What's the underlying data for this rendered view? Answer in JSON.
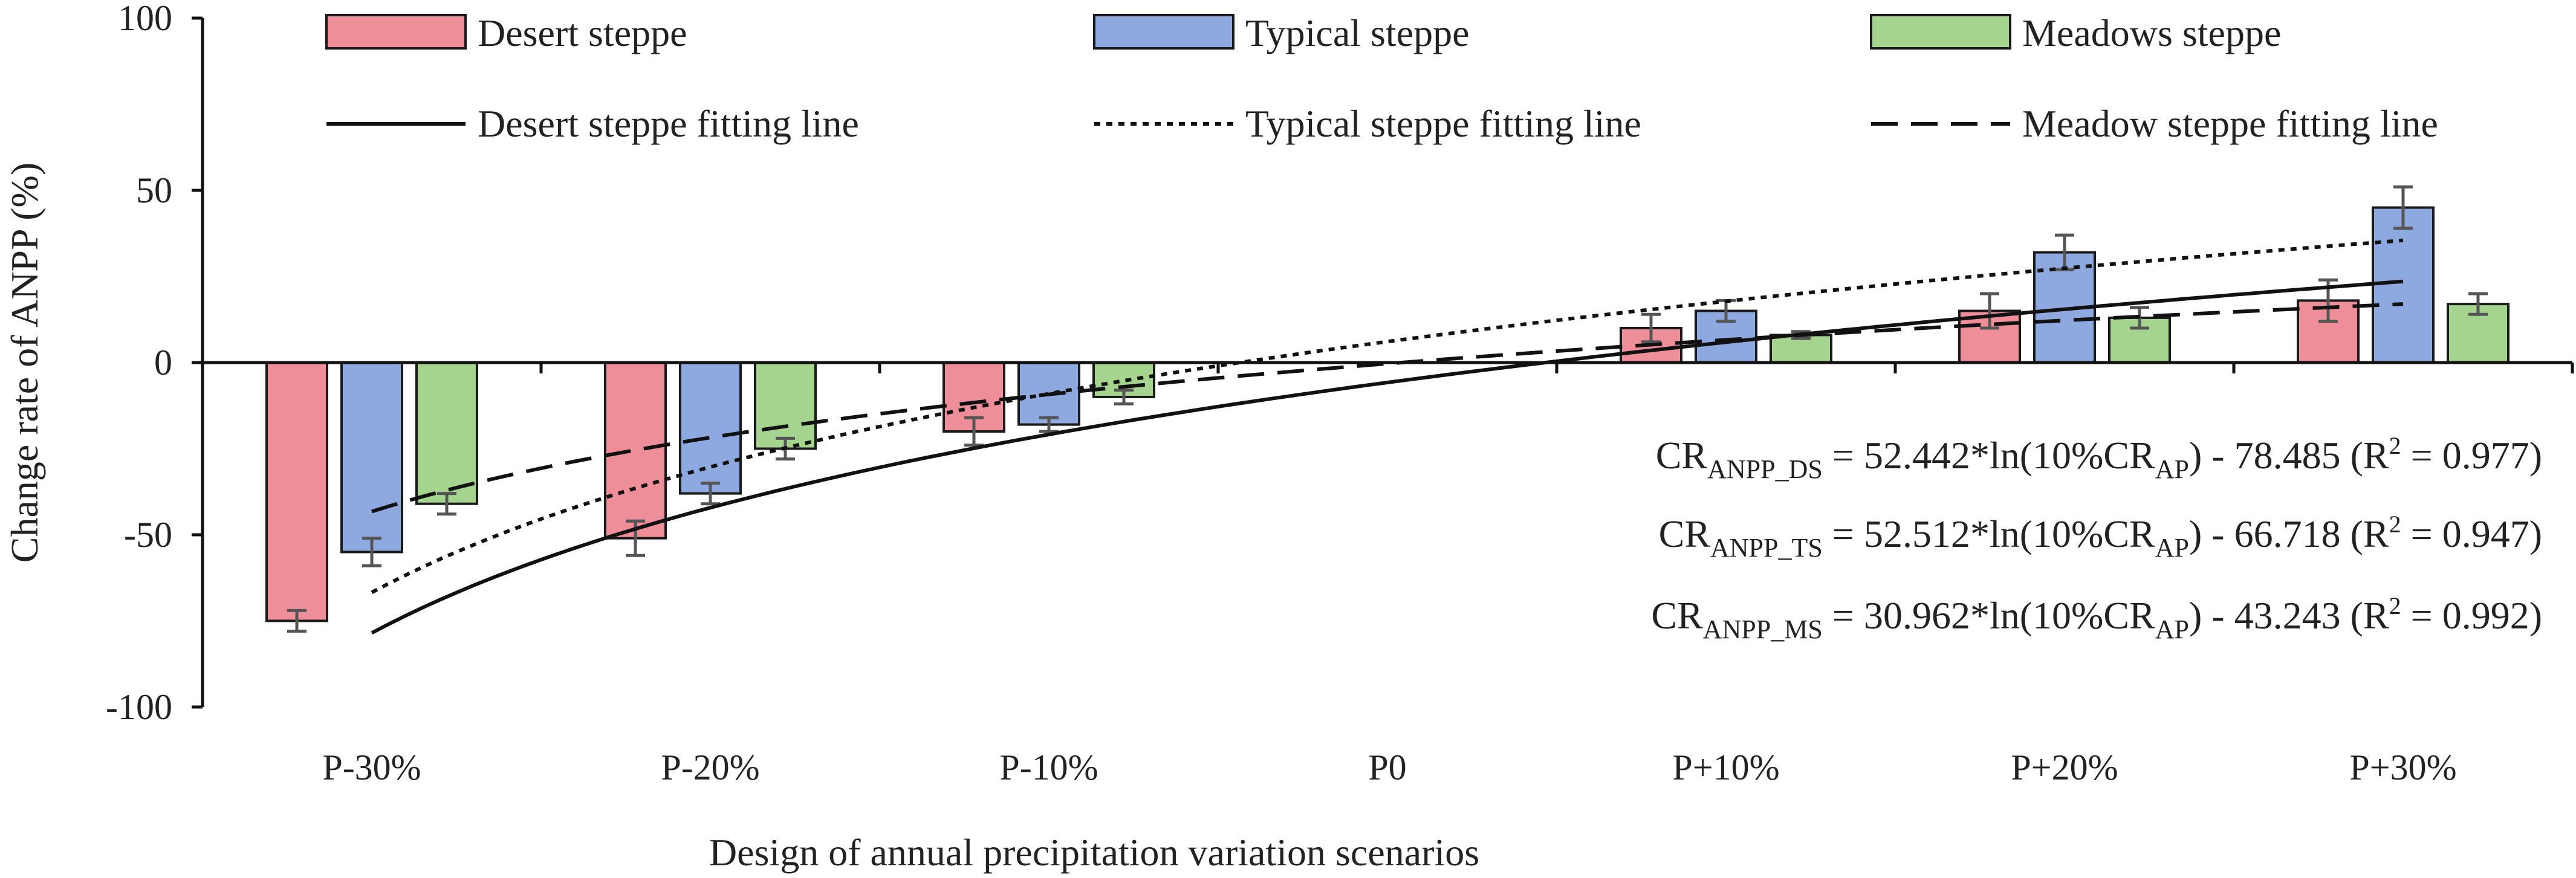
{
  "chart_data": {
    "type": "bar",
    "title": "",
    "xlabel": "Design of annual precipitation variation  scenarios",
    "ylabel": "Change rate of ANPP (%)",
    "ylim": [
      -100,
      100
    ],
    "yticks": [
      "-100",
      "-50",
      "0",
      "50",
      "100"
    ],
    "categories": [
      "P-30%",
      "P-20%",
      "P-10%",
      "P0",
      "P+10%",
      "P+20%",
      "P+30%"
    ],
    "legend_position": "top",
    "grid": false,
    "series": [
      {
        "name": "Desert steppe",
        "color": "#ee8e99",
        "values": [
          -75,
          -51,
          -20,
          0,
          10,
          15,
          18
        ],
        "errors": [
          3,
          5,
          4,
          0,
          4,
          5,
          6
        ]
      },
      {
        "name": "Typical steppe",
        "color": "#8ea8e0",
        "values": [
          -55,
          -38,
          -18,
          0,
          15,
          32,
          45
        ],
        "errors": [
          4,
          3,
          2,
          0,
          3,
          5,
          6
        ]
      },
      {
        "name": "Meadows steppe",
        "color": "#a5d48e",
        "values": [
          -41,
          -25,
          -10,
          0,
          8,
          13,
          17
        ],
        "errors": [
          3,
          3,
          2,
          0,
          1,
          3,
          3
        ]
      }
    ],
    "fitting_lines": [
      {
        "name": "Desert steppe fitting line",
        "style": "solid",
        "a": 52.442,
        "b": -78.485
      },
      {
        "name": "Typical steppe fitting line",
        "style": "dotted",
        "a": 52.512,
        "b": -66.718
      },
      {
        "name": "Meadow steppe fitting line",
        "style": "dashed",
        "a": 30.962,
        "b": -43.243
      }
    ],
    "equations": [
      {
        "cr": "CR",
        "sub": "ANPP_DS",
        "body": " = 52.442*ln(10%CR",
        "sub2": "AP",
        "tail": ")  - 78.485 (R",
        "sup": "2",
        "end": " = 0.977)"
      },
      {
        "cr": "CR",
        "sub": "ANPP_TS",
        "body": " = 52.512*ln(10%CR",
        "sub2": "AP",
        "tail": ")  - 66.718 (R",
        "sup": "2",
        "end": " = 0.947)"
      },
      {
        "cr": "CR",
        "sub": "ANPP_MS",
        "body": " = 30.962*ln(10%CR",
        "sub2": "AP",
        "tail": ")  - 43.243 (R",
        "sup": "2",
        "end": " = 0.992)"
      }
    ]
  }
}
